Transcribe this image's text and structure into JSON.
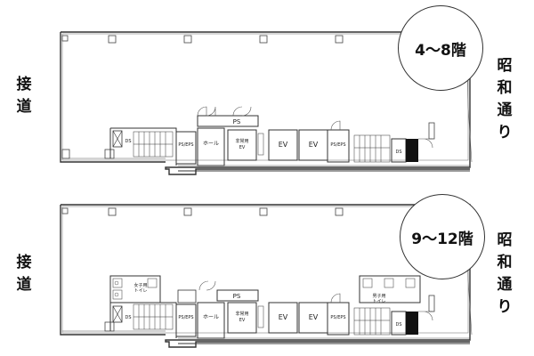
{
  "plans": [
    {
      "floor_label": "4～8階",
      "side_left": [
        "接",
        "道"
      ],
      "side_right": [
        "昭",
        "和",
        "通",
        "り"
      ],
      "rooms": {
        "ds_left": "DS",
        "ps_top": "PS",
        "ps_eps_left": "PS/EPS",
        "hall": "ホール",
        "emergency_ev": [
          "非常用",
          "EV"
        ],
        "ev1": "EV",
        "ev2": "EV",
        "ps_eps_right": "PS/EPS",
        "ds_right": "DS"
      }
    },
    {
      "floor_label": "9～12階",
      "side_left": [
        "接",
        "道"
      ],
      "side_right": [
        "昭",
        "和",
        "通",
        "り"
      ],
      "rooms": {
        "ds_left": "DS",
        "womens_toilet": [
          "女子用",
          "トイレ"
        ],
        "ps_top": "PS",
        "ps_eps_left": "PS/EPS",
        "hall": "ホール",
        "emergency_ev": [
          "非常用",
          "EV"
        ],
        "ev1": "EV",
        "ev2": "EV",
        "ps_eps_right": "PS/EPS",
        "mens_toilet": [
          "男子用",
          "トイレ"
        ],
        "ds_right": "DS"
      }
    }
  ]
}
